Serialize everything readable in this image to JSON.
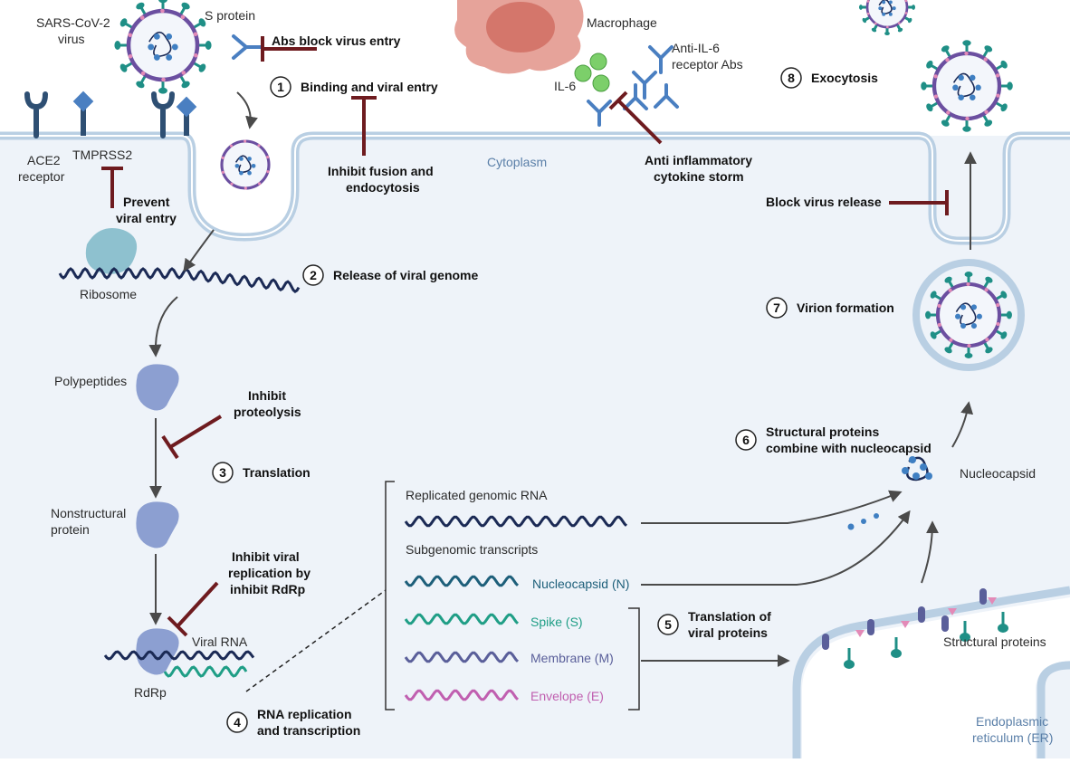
{
  "colors": {
    "cytoplasm": "#eef3f9",
    "membrane": "#b9cfe3",
    "inhibit": "#6e1b1f",
    "arrow": "#4a4a4a",
    "virus_envelope": "#6b4fa0",
    "virus_spike": "#1f8f86",
    "receptor": "#2e4f73",
    "macrophage": "#e6a39a",
    "nucleocapsid_rna": "#1d5f7a",
    "spike_rna": "#1f9e86",
    "membrane_rna": "#5a5f9a",
    "envelope_rna": "#c05fb0",
    "genomic_rna": "#1b2a55"
  },
  "labels": {
    "virus": [
      "SARS-CoV-2",
      "virus"
    ],
    "s_protein": "S protein",
    "ace2": [
      "ACE2",
      "receptor"
    ],
    "tmprss2": "TMPRSS2",
    "ribosome": "Ribosome",
    "polypeptides": "Polypeptides",
    "nonstructural": [
      "Nonstructural",
      "protein"
    ],
    "viral_rna": "Viral RNA",
    "rdrp": "RdRp",
    "macrophage": "Macrophage",
    "il6": "IL-6",
    "anti_il6": [
      "Anti-IL-6",
      "receptor Abs"
    ],
    "cytoplasm": "Cytoplasm",
    "nucleocapsid": "Nucleocapsid",
    "structural_proteins": "Structural proteins",
    "er": [
      "Endoplasmic",
      "reticulum (ER)"
    ],
    "replicated_rna": "Replicated genomic RNA",
    "subgenomic": "Subgenomic transcripts",
    "transcript_n": "Nucleocapsid (N)",
    "transcript_s": "Spike (S)",
    "transcript_m": "Membrane (M)",
    "transcript_e": "Envelope (E)"
  },
  "inhibitors": {
    "abs_block": "Abs block virus entry",
    "prevent_entry": [
      "Prevent",
      "viral entry"
    ],
    "inhibit_fusion": [
      "Inhibit fusion and",
      "endocytosis"
    ],
    "anti_inflammatory": [
      "Anti inflammatory",
      "cytokine storm"
    ],
    "block_release": "Block virus release",
    "inhibit_proteolysis": [
      "Inhibit",
      "proteolysis"
    ],
    "inhibit_rdrp": [
      "Inhibit viral",
      "replication by",
      "inhibit RdRp"
    ]
  },
  "steps": [
    {
      "num": "1",
      "text": [
        "Binding and viral entry"
      ]
    },
    {
      "num": "2",
      "text": [
        "Release of viral genome"
      ]
    },
    {
      "num": "3",
      "text": [
        "Translation"
      ]
    },
    {
      "num": "4",
      "text": [
        "RNA replication",
        "and transcription"
      ]
    },
    {
      "num": "5",
      "text": [
        "Translation of",
        "viral proteins"
      ]
    },
    {
      "num": "6",
      "text": [
        "Structural proteins",
        "combine with nucleocapsid"
      ]
    },
    {
      "num": "7",
      "text": [
        "Virion formation"
      ]
    },
    {
      "num": "8",
      "text": [
        "Exocytosis"
      ]
    }
  ]
}
